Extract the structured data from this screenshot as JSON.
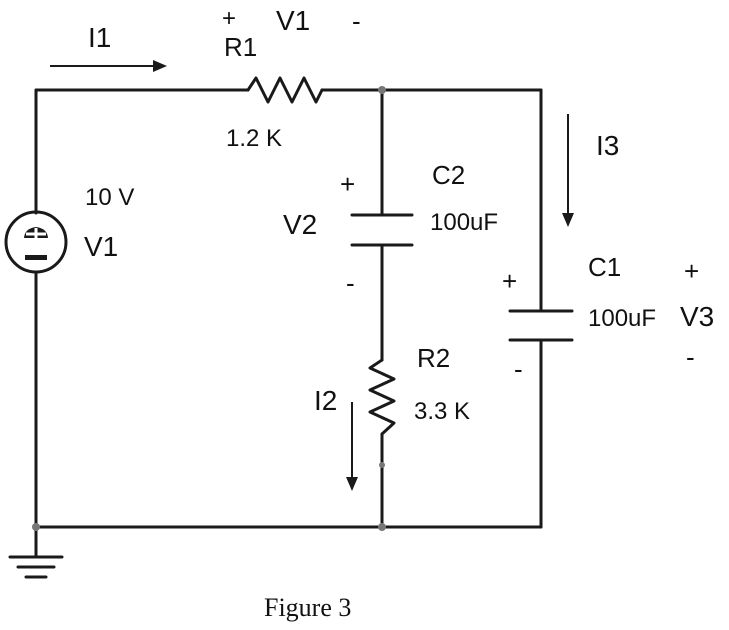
{
  "figure": {
    "caption": "Figure 3"
  },
  "labels": {
    "i1": "I1",
    "i2": "I2",
    "i3": "I3",
    "top_plus": "+",
    "top_v1": "V1",
    "top_minus": "-",
    "r1_name": "R1",
    "r1_value": "1.2 K",
    "source_value": "10 V",
    "source_name": "V1",
    "c2_plus": "+",
    "c2_name": "C2",
    "c2_v": "V2",
    "c2_value": "100uF",
    "c2_minus": "-",
    "c1_plus": "+",
    "c1_name": "C1",
    "c1_value": "100uF",
    "c1_minus": "-",
    "v3_plus": "+",
    "v3": "V3",
    "v3_minus": "-",
    "r2_name": "R2",
    "r2_value": "3.3 K"
  }
}
